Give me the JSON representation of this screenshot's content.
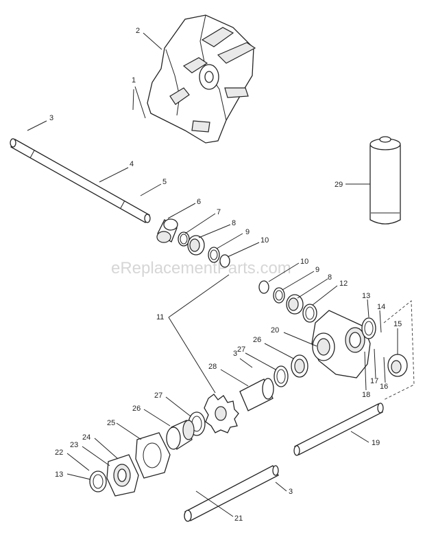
{
  "watermark": "eReplacementParts.com",
  "callouts": {
    "c1": "1",
    "c2": "2",
    "c3a": "3",
    "c4": "4",
    "c5": "5",
    "c6": "6",
    "c7": "7",
    "c8a": "8",
    "c9a": "9",
    "c10a": "10",
    "c10b": "10",
    "c9b": "9",
    "c8b": "8",
    "c12": "12",
    "c13a": "13",
    "c14": "14",
    "c15": "15",
    "c11": "11",
    "c20": "20",
    "c26a": "26",
    "c3b": "3",
    "c27a": "27",
    "c28": "28",
    "c16": "16",
    "c17": "17",
    "c18": "18",
    "c27b": "27",
    "c26b": "26",
    "c25": "25",
    "c24": "24",
    "c23": "23",
    "c22": "22",
    "c13b": "13",
    "c19": "19",
    "c3c": "3",
    "c21": "21",
    "c29": "29"
  }
}
